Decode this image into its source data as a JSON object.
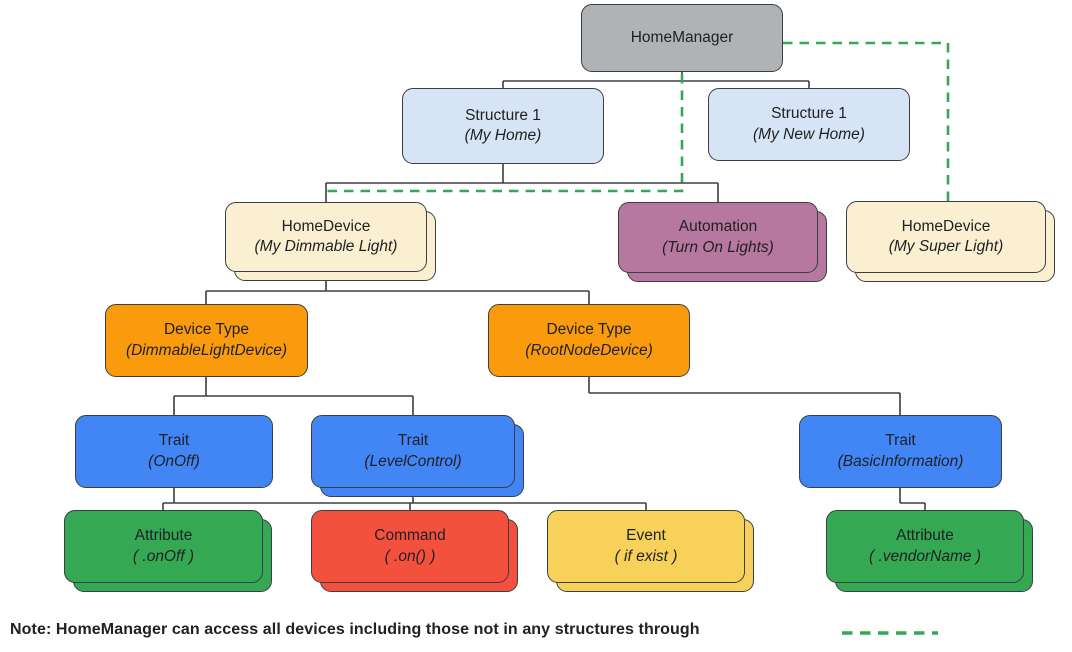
{
  "diagram": {
    "title_hint": "Google Home API structure tree",
    "nodes": {
      "home_manager": {
        "title": "HomeManager",
        "subtitle": ""
      },
      "structure_my_home": {
        "title": "Structure 1",
        "subtitle": "(My Home)"
      },
      "structure_my_new_home": {
        "title": "Structure 1",
        "subtitle": "(My New Home)"
      },
      "homedevice_dimmable": {
        "title": "HomeDevice",
        "subtitle": "(My Dimmable Light)"
      },
      "automation": {
        "title": "Automation",
        "subtitle": "(Turn On Lights)"
      },
      "homedevice_super": {
        "title": "HomeDevice",
        "subtitle": "(My Super Light)"
      },
      "devicetype_dimmable": {
        "title": "Device Type",
        "subtitle": "(DimmableLightDevice)"
      },
      "devicetype_rootnode": {
        "title": "Device Type",
        "subtitle": "(RootNodeDevice)"
      },
      "trait_onoff": {
        "title": "Trait",
        "subtitle": "(OnOff)"
      },
      "trait_levelcontrol": {
        "title": "Trait",
        "subtitle": "(LevelControl)"
      },
      "trait_basicinfo": {
        "title": "Trait",
        "subtitle": "(BasicInformation)"
      },
      "attribute_onoff": {
        "title": "Attribute",
        "subtitle": "( .onOff )"
      },
      "command_on": {
        "title": "Command",
        "subtitle": "( .on() )"
      },
      "event_ifexist": {
        "title": "Event",
        "subtitle": "( if exist )"
      },
      "attribute_vendorname": {
        "title": "Attribute",
        "subtitle": "( .vendorName )"
      }
    },
    "note": {
      "text": "Note: HomeManager can access all devices including those not in any structures through"
    },
    "colors": {
      "home_manager_fill": "#AFB3B6",
      "structure_fill": "#D6E4F5",
      "home_device_fill": "#FAF0D1",
      "automation_fill": "#B7789F",
      "device_type_fill": "#F99B0D",
      "trait_fill": "#4285F4",
      "attribute_fill": "#34A853",
      "command_fill": "#F3503E",
      "event_fill": "#F8D15B",
      "connector_stroke": "#3B3E42",
      "dashed_access_line": "#34A853",
      "text": "#202124"
    }
  }
}
